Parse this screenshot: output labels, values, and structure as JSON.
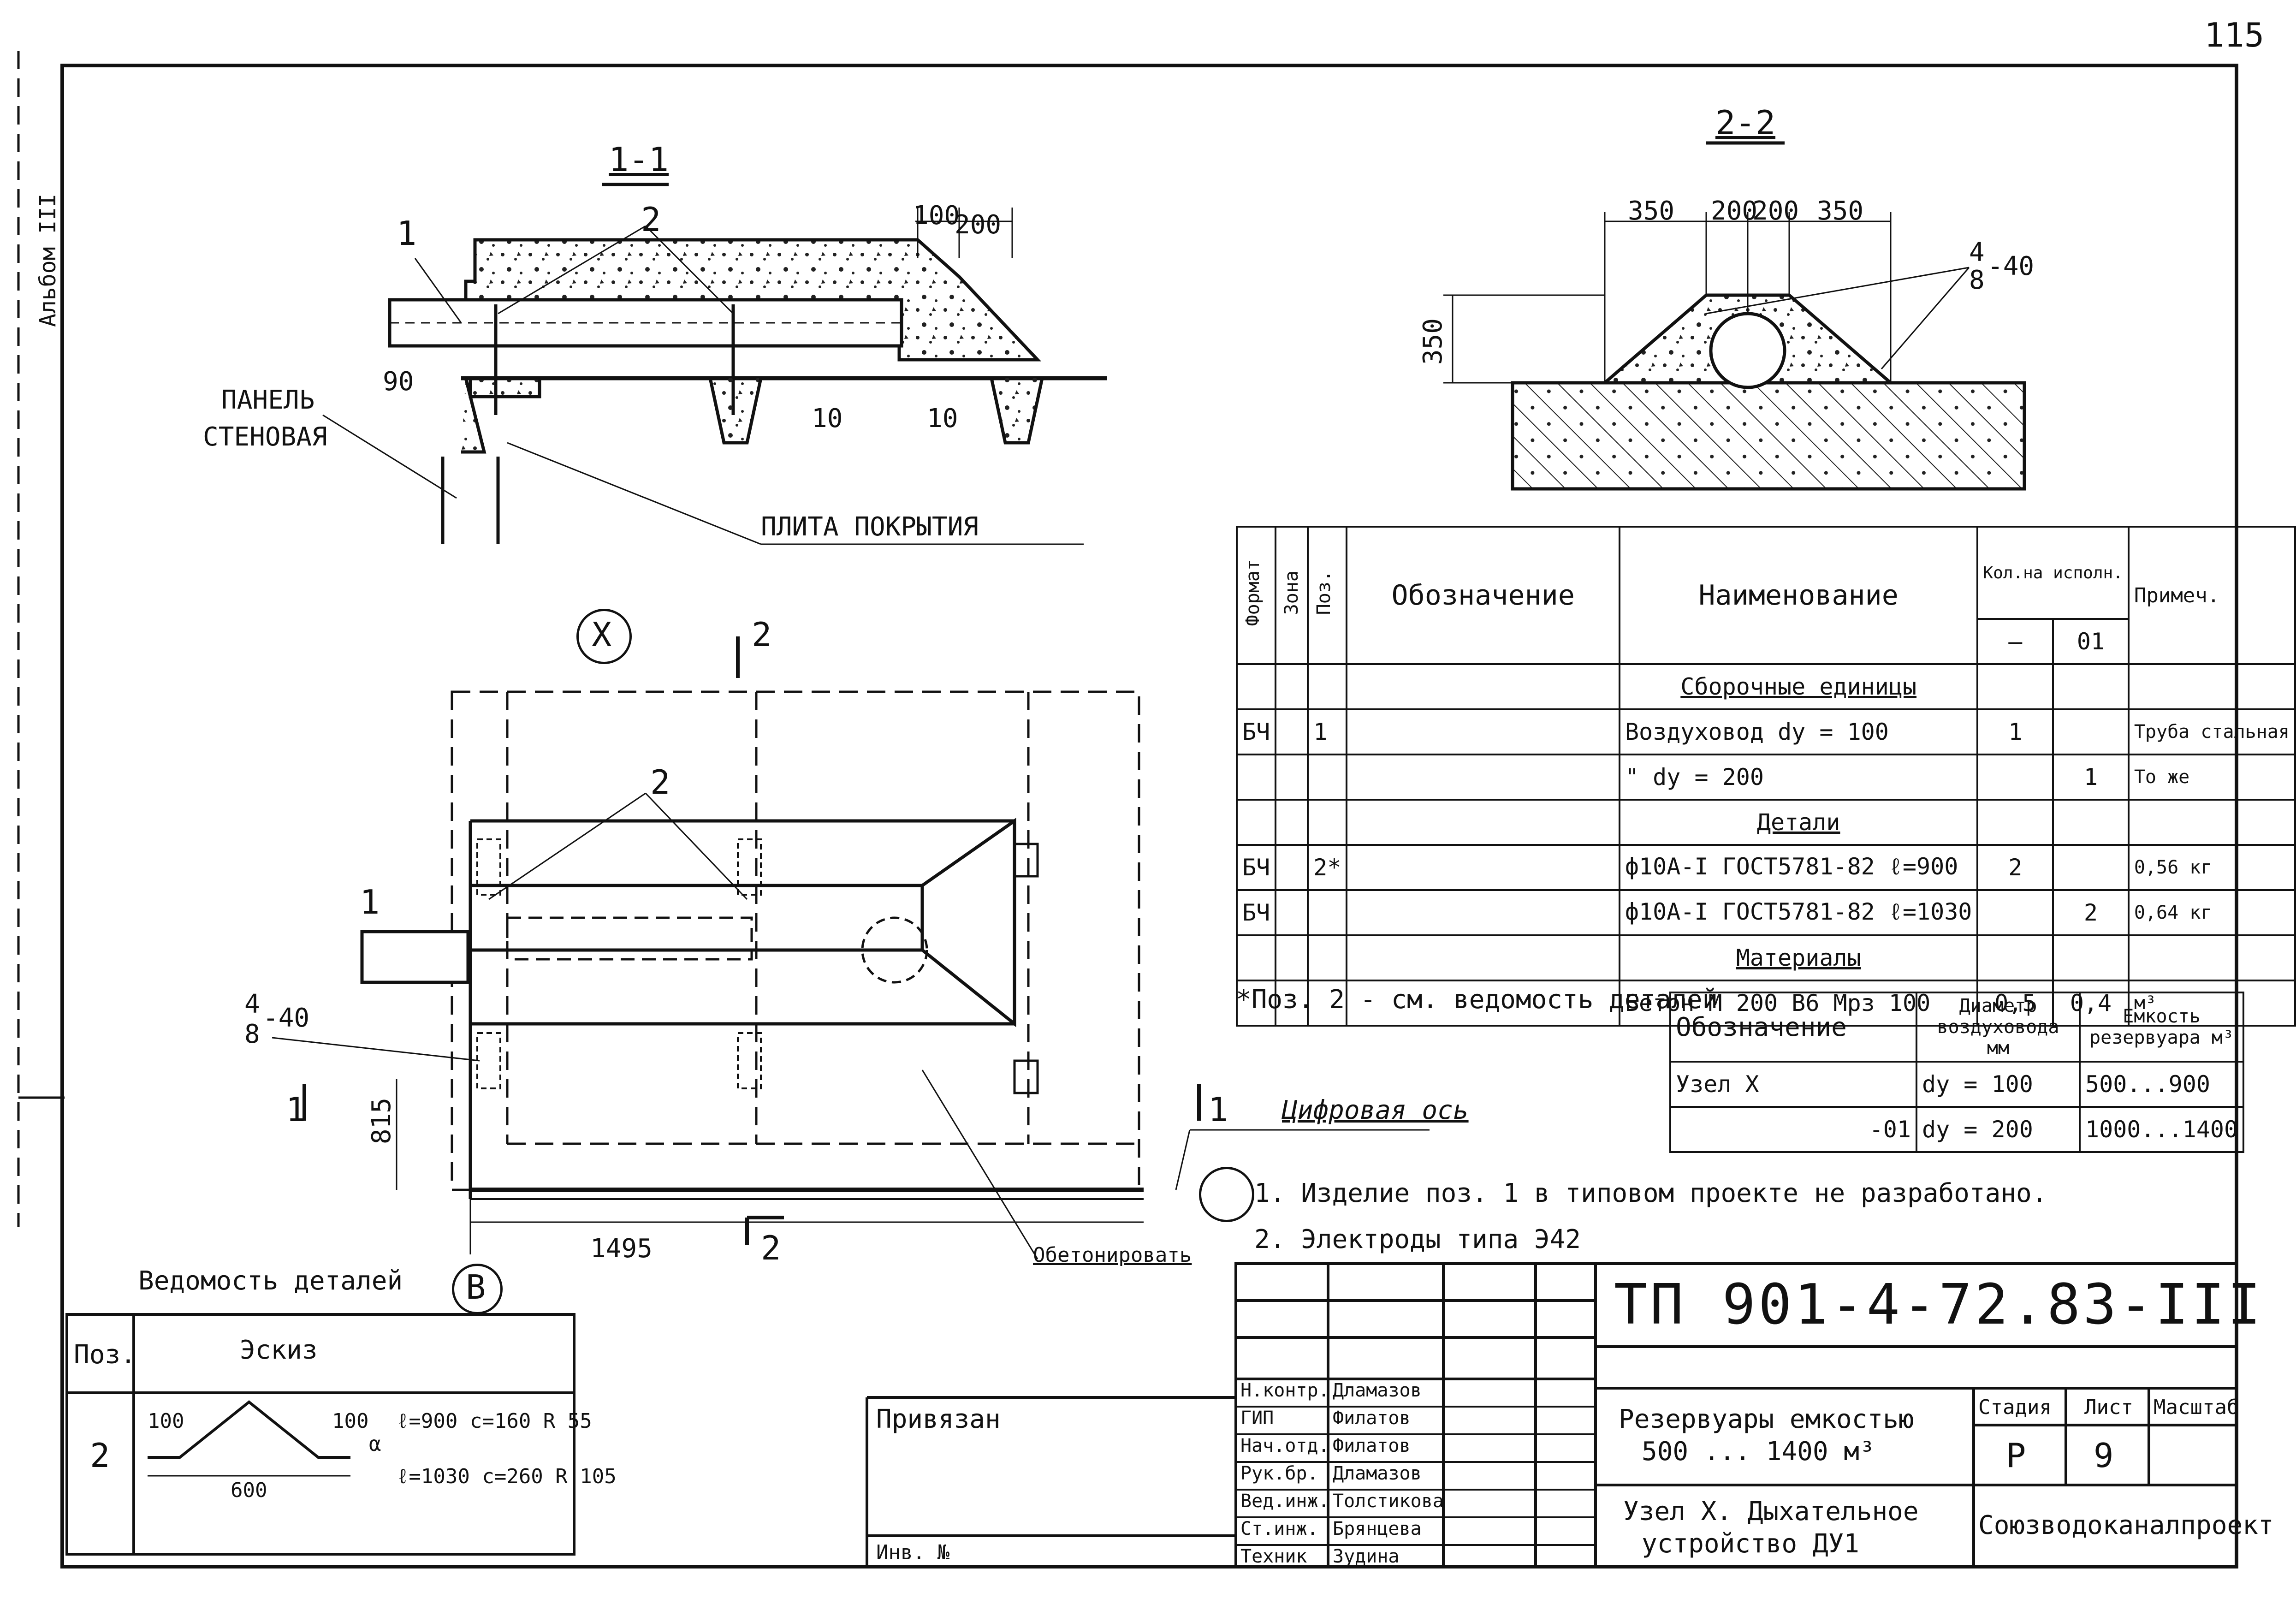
{
  "sheet_number": "115",
  "album": "Альбом III",
  "sections": {
    "s11": {
      "title": "1-1",
      "dims": [
        "100",
        "200",
        "90",
        "10",
        "10"
      ],
      "pos_labels": [
        "1",
        "2"
      ],
      "callouts": {
        "panel_line1": "ПАНЕЛЬ",
        "panel_line2": "СТЕНОВАЯ",
        "plate": "ПЛИТА ПОКРЫТИЯ"
      }
    },
    "s22": {
      "title": "2-2",
      "dims": [
        "350",
        "200",
        "200",
        "350",
        "350"
      ],
      "weld": {
        "num": "4",
        "den": "8",
        "len": "-40"
      }
    }
  },
  "plan": {
    "node_mark": "X",
    "cut_marks": [
      "2",
      "2",
      "1",
      "1"
    ],
    "pos_labels": [
      "1",
      "2"
    ],
    "weld": {
      "num": "4",
      "den": "8",
      "len": "-40"
    },
    "dims": [
      "815",
      "1495"
    ],
    "axis_label": "Цифровая ось",
    "axis_b": "В",
    "concrete_note": "Обетонировать"
  },
  "spec_table": {
    "headers": {
      "format": "Формат",
      "zone": "Зона",
      "pos": "Поз.",
      "designation": "Обозначение",
      "name": "Наименование",
      "qty": "Кол.на исполн.",
      "qty_cols": [
        "—",
        "01"
      ],
      "note": "Примеч."
    },
    "rows": [
      {
        "format": "",
        "pos": "",
        "name": "Сборочные единицы",
        "q0": "",
        "q1": "",
        "note": "",
        "section": true
      },
      {
        "format": "БЧ",
        "pos": "1",
        "name": "Воздуховод  dy = 100",
        "q0": "1",
        "q1": "",
        "note": "Труба стальная"
      },
      {
        "format": "",
        "pos": "",
        "name": "\"          dy = 200",
        "q0": "",
        "q1": "1",
        "note": "То же"
      },
      {
        "format": "",
        "pos": "",
        "name": "Детали",
        "q0": "",
        "q1": "",
        "note": "",
        "section": true
      },
      {
        "format": "БЧ",
        "pos": "2*",
        "name": "ф10А-I ГОСТ5781-82 ℓ=900",
        "q0": "2",
        "q1": "",
        "note": "0,56 кг"
      },
      {
        "format": "БЧ",
        "pos": "",
        "name": "ф10А-I ГОСТ5781-82 ℓ=1030",
        "q0": "",
        "q1": "2",
        "note": "0,64 кг"
      },
      {
        "format": "",
        "pos": "",
        "name": "Материалы",
        "q0": "",
        "q1": "",
        "note": "",
        "section": true
      },
      {
        "format": "",
        "pos": "",
        "name": "Бетон М 200 В6 Мрз 100",
        "q0": "0,5",
        "q1": "0,4",
        "note": "м³"
      }
    ],
    "footnote": "*Поз. 2 - см. ведомость деталей"
  },
  "var_table": {
    "headers": [
      "Обозначение",
      "Диаметр воздуховода мм",
      "Емкость резервуара м³"
    ],
    "rows": [
      [
        "Узел X",
        "dy = 100",
        "500...900"
      ],
      [
        "-01",
        "dy = 200",
        "1000...1400"
      ]
    ]
  },
  "notes": [
    "1. Изделие поз. 1 в типовом проекте не разработано.",
    "2. Электроды типа Э42"
  ],
  "details_list": {
    "title": "Ведомость деталей",
    "header": [
      "Поз.",
      "Эскиз"
    ],
    "row": {
      "pos": "2",
      "dims": [
        "100",
        "100",
        "600",
        "α"
      ],
      "formulas": [
        "ℓ=900 с=160 R 55",
        "ℓ=1030 с=260 R 105"
      ]
    }
  },
  "stamp": {
    "doc_code": "ТП 901-4-72.83-III",
    "bound_label": "Привязан",
    "inv_label": "Инв. №",
    "staff": [
      {
        "role": "Н.контр.",
        "name": "Дламазов"
      },
      {
        "role": "ГИП",
        "name": "Филатов"
      },
      {
        "role": "Нач.отд.",
        "name": "Филатов"
      },
      {
        "role": "Рук.бр.",
        "name": "Дламазов"
      },
      {
        "role": "Вед.инж.",
        "name": "Толстикова"
      },
      {
        "role": "Ст.инж.",
        "name": "Брянцева"
      },
      {
        "role": "Техник",
        "name": "Зудина"
      }
    ],
    "title_line1": "Резервуары емкостью",
    "title_line2": "500 ... 1400 м³",
    "drawing_line1": "Узел X. Дыхательное",
    "drawing_line2": "устройство ДУ1",
    "stage_label": "Стадия",
    "sheet_label": "Лист",
    "scale_label": "Масштаб",
    "stage": "Р",
    "sheet": "9",
    "org": "Союзводоканалпроект"
  }
}
